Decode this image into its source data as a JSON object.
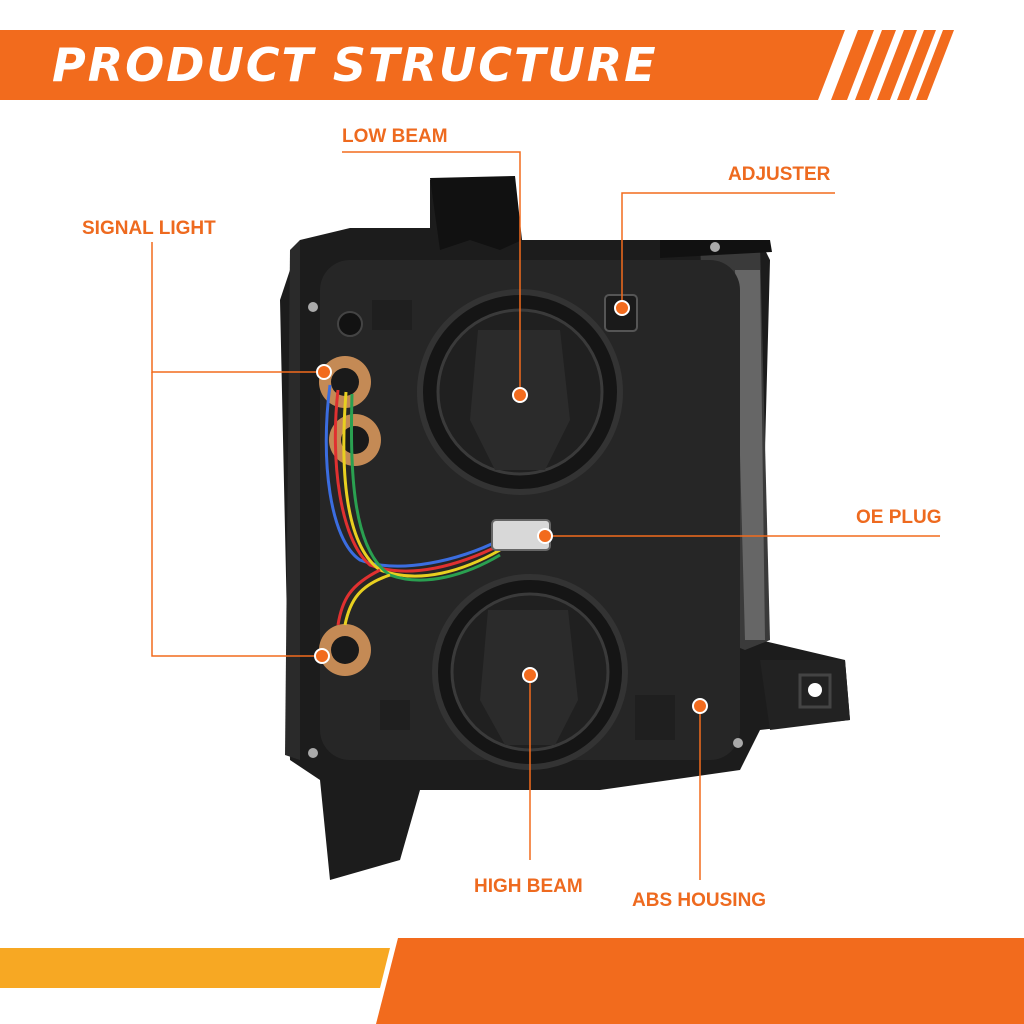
{
  "banner": {
    "title": "PRODUCT STRUCTURE"
  },
  "labels": {
    "low_beam": "LOW BEAM",
    "adjuster": "ADJUSTER",
    "signal_light": "SIGNAL LIGHT",
    "oe_plug": "OE PLUG",
    "high_beam": "HIGH BEAM",
    "abs_housing": "ABS HOUSING"
  },
  "colors": {
    "accent_orange": "#f26b1d",
    "accent_yellow": "#f7a823",
    "housing_black": "#1c1c1c"
  }
}
